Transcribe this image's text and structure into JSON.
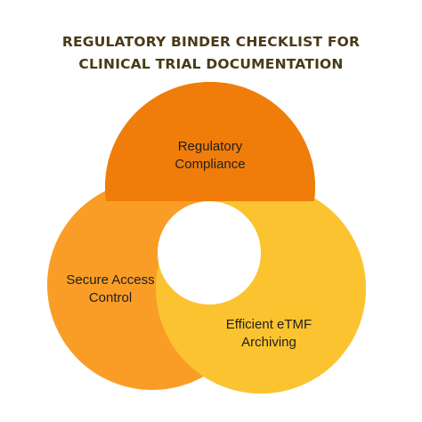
{
  "title": {
    "line1": "REGULATORY BINDER CHECKLIST FOR",
    "line2": "CLINICAL TRIAL DOCUMENTATION"
  },
  "circles": [
    {
      "key": "top",
      "label_line1": "Regulatory",
      "label_line2": "Compliance",
      "color": "#f07d0a"
    },
    {
      "key": "left",
      "label_line1": "Secure Access",
      "label_line2": "Control",
      "color": "#fa9d27"
    },
    {
      "key": "right",
      "label_line1": "Efficient eTMF",
      "label_line2": "Archiving",
      "color": "#fbc330"
    }
  ],
  "colors": {
    "title_text": "#4a3a16",
    "label_text": "#1f1f1f",
    "background": "#ffffff"
  }
}
